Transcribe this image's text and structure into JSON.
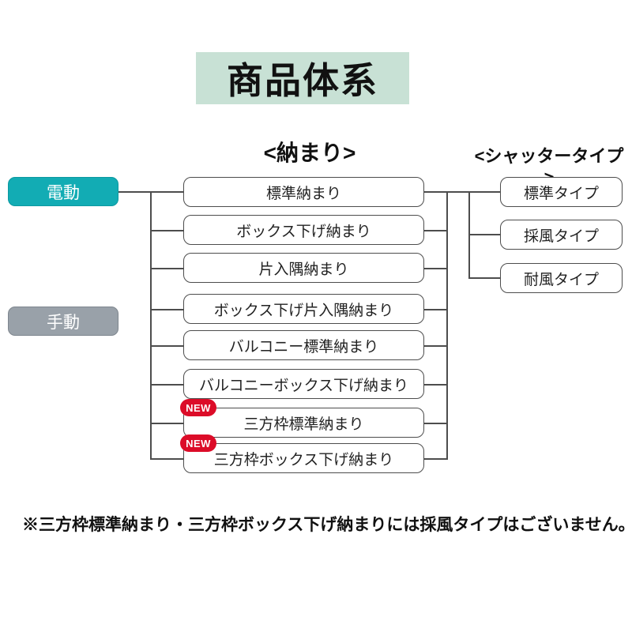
{
  "title": "商品体系",
  "columns": {
    "installation_header": "<納まり>",
    "shutter_header": "<シャッタータイプ>"
  },
  "drive_types": [
    {
      "label": "電動",
      "color": "#12acb4"
    },
    {
      "label": "手動",
      "color": "#99a1a9"
    }
  ],
  "installations": [
    {
      "label": "標準納まり",
      "is_new": false
    },
    {
      "label": "ボックス下げ納まり",
      "is_new": false
    },
    {
      "label": "片入隅納まり",
      "is_new": false
    },
    {
      "label": "ボックス下げ片入隅納まり",
      "is_new": false
    },
    {
      "label": "バルコニー標準納まり",
      "is_new": false
    },
    {
      "label": "バルコニーボックス下げ納まり",
      "is_new": false
    },
    {
      "label": "三方枠標準納まり",
      "is_new": true
    },
    {
      "label": "三方枠ボックス下げ納まり",
      "is_new": true
    }
  ],
  "shutter_types": [
    {
      "label": "標準タイプ"
    },
    {
      "label": "採風タイプ"
    },
    {
      "label": "耐風タイプ"
    }
  ],
  "new_badge_label": "NEW",
  "note": "※三方枠標準納まり・三方枠ボックス下げ納まりには採風タイプはございません。",
  "colors": {
    "title_bg": "#c8e1d5",
    "electric": "#12acb4",
    "manual": "#99a1a9",
    "badge": "#dc0c28",
    "line": "#4d4d4d"
  }
}
